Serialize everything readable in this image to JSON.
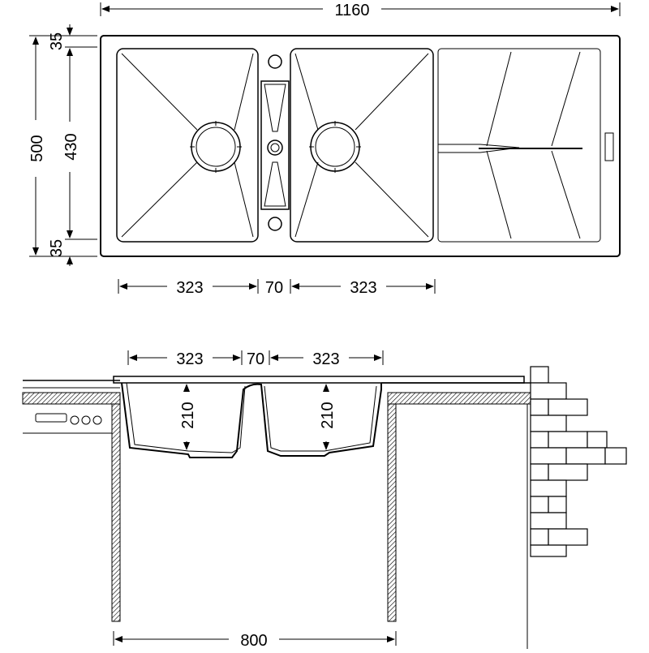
{
  "diagram": {
    "top_view": {
      "overall_width": "1160",
      "overall_depth": "500",
      "inner_depth": "430",
      "top_margin": "35",
      "bottom_margin": "35",
      "left_bowl_width": "323",
      "middle_gap": "70",
      "right_bowl_width": "323"
    },
    "section_view": {
      "left_bowl_width": "323",
      "middle_gap": "70",
      "right_bowl_width": "323",
      "left_bowl_depth": "210",
      "right_bowl_depth": "210",
      "cabinet_width": "800"
    },
    "colors": {
      "line": "#000000",
      "background": "#ffffff"
    }
  }
}
